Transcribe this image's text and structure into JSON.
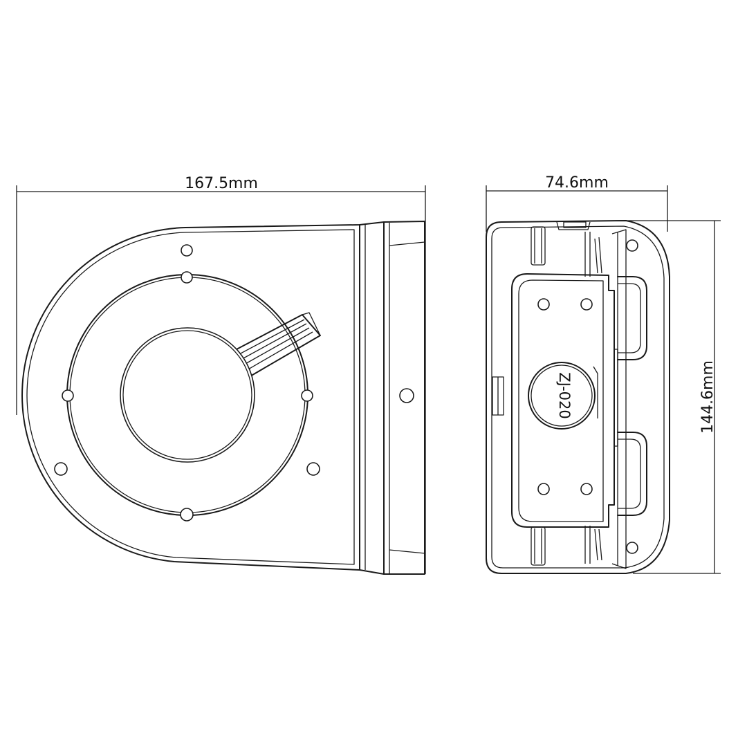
{
  "dimensions": {
    "width_label": "167.5mm",
    "depth_label": "74.6mm",
    "height_label": "144.6mm"
  },
  "side_view": {
    "part_label": "ZJ-020"
  }
}
